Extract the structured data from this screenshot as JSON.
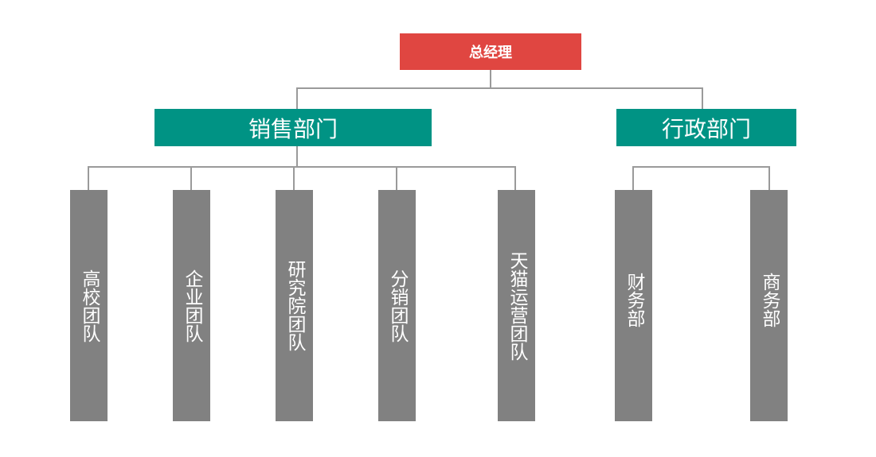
{
  "colors": {
    "root": "#e04641",
    "department": "#009384",
    "team": "#818181",
    "connector": "#9a9a9a"
  },
  "root": {
    "label": "总经理"
  },
  "departments": [
    {
      "label": "销售部门",
      "teams": [
        "高校团队",
        "企业团队",
        "研究院团队",
        "分销团队",
        "天猫运营团队"
      ]
    },
    {
      "label": "行政部门",
      "teams": [
        "财务部",
        "商务部"
      ]
    }
  ]
}
